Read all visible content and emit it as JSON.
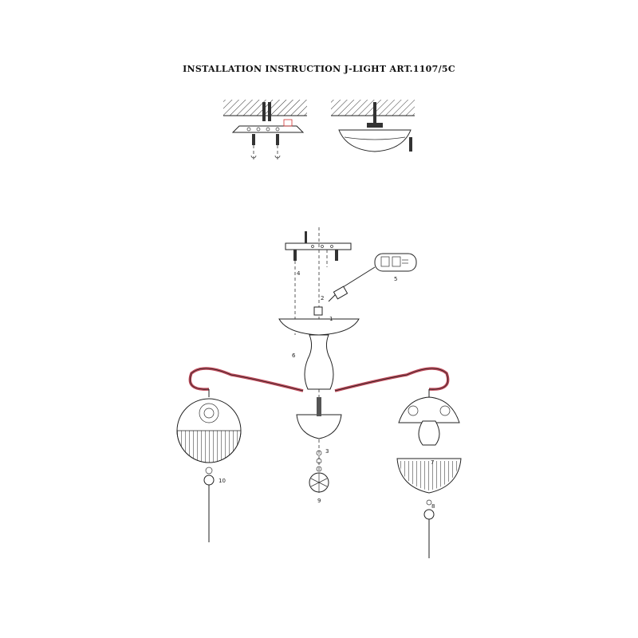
{
  "title": "INSTALLATION INSTRUCTION J-LIGHT ART.1107/5C",
  "steps": [
    "1",
    "2",
    "3",
    "4",
    "5",
    "6",
    "7",
    "8",
    "9",
    "10"
  ],
  "colors": {
    "arm_accent": "#c04a5a",
    "ink": "#222222",
    "marker": "#d03030"
  }
}
